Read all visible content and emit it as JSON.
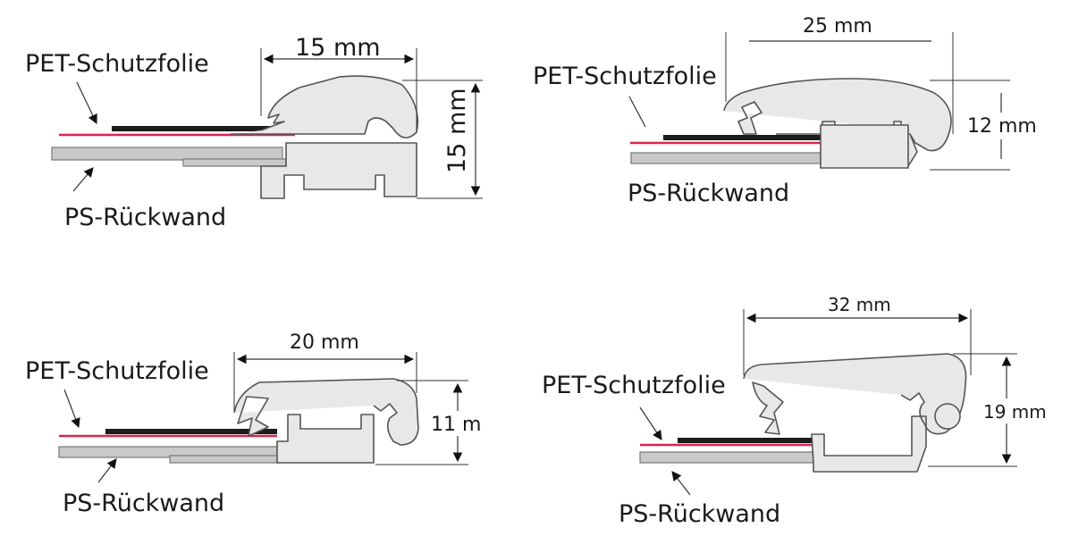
{
  "diagrams": [
    {
      "id": "d1",
      "pet_label": "PET-Schutzfolie",
      "ps_label": "PS-Rückwand",
      "width_label": "15 mm",
      "height_label": "15 mm"
    },
    {
      "id": "d2",
      "pet_label": "PET-Schutzfolie",
      "ps_label": "PS-Rückwand",
      "width_label": "25 mm",
      "height_label": "12 mm"
    },
    {
      "id": "d3",
      "pet_label": "PET-Schutzfolie",
      "ps_label": "PS-Rückwand",
      "width_label": "20 mm",
      "height_label": "11 m"
    },
    {
      "id": "d4",
      "pet_label": "PET-Schutzfolie",
      "ps_label": "PS-Rückwand",
      "width_label": "32 mm",
      "height_label": "19 mm"
    }
  ],
  "colors": {
    "foil": "#d6264f",
    "poster": "#1c1c1c",
    "board": "#c9c9c9",
    "profile": "#e8e8e8"
  }
}
